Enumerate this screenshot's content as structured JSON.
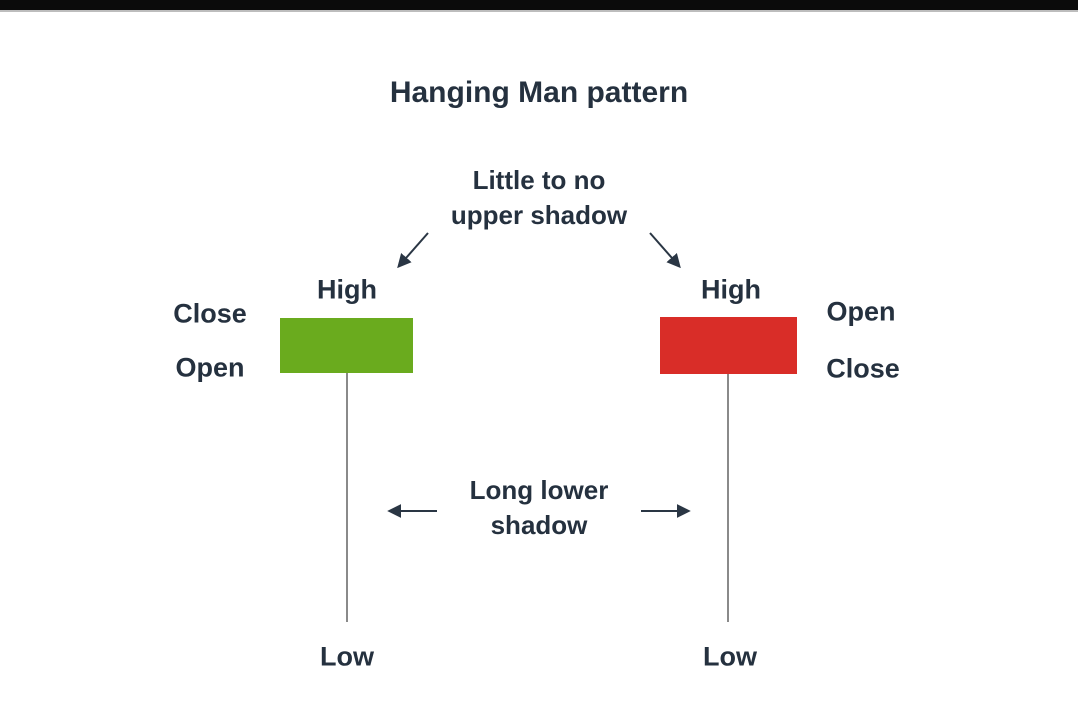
{
  "title": "Hanging Man pattern",
  "annotations": {
    "upper_shadow": {
      "line1": "Little to no",
      "line2": "upper shadow"
    },
    "lower_shadow": {
      "line1": "Long lower",
      "line2": "shadow"
    }
  },
  "bullish_candle": {
    "high": "High",
    "low": "Low",
    "top_left": "Close",
    "bottom_left": "Open"
  },
  "bearish_candle": {
    "high": "High",
    "low": "Low",
    "top_right": "Open",
    "bottom_right": "Close"
  },
  "colors": {
    "bullish": "#6aab1e",
    "bearish": "#d92d28",
    "text": "#25313f",
    "wick": "#8a8a8a",
    "arrow": "#2a3644",
    "background": "#ffffff",
    "top_bar": "#0b0b0b"
  }
}
